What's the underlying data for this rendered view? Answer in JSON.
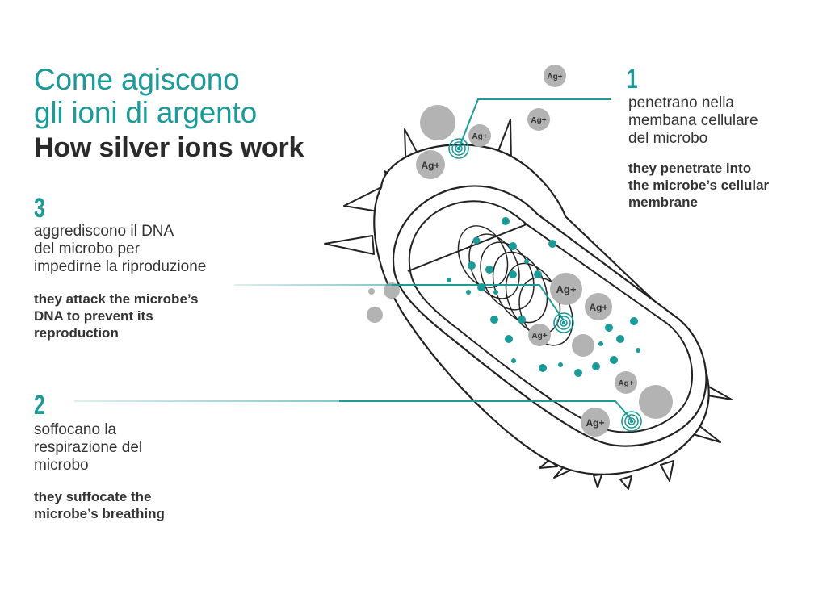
{
  "header": {
    "title_it": [
      "Come agiscono",
      "gli ioni di argento"
    ],
    "title_en": "How silver ions work"
  },
  "steps": [
    {
      "number": "1",
      "text_it": [
        "penetrano nella",
        "membana cellulare",
        "del microbo"
      ],
      "text_en": [
        "they penetrate into",
        "the microbe’s cellular",
        "membrane"
      ]
    },
    {
      "number": "2",
      "text_it": [
        "soffocano la",
        "respirazione del",
        "microbo"
      ],
      "text_en": [
        "they suffocate the",
        "microbe’s breathing"
      ]
    },
    {
      "number": "3",
      "text_it": [
        "aggrediscono il DNA",
        "del microbo per",
        "impedirne la riproduzione"
      ],
      "text_en": [
        "they attack the microbe’s",
        "DNA to prevent its",
        "reproduction"
      ]
    }
  ],
  "ion_label": "Ag+",
  "colors": {
    "accent": "#1a9a99",
    "ion_gray": "#b3b3b3",
    "outline": "#222222",
    "text": "#333333"
  }
}
